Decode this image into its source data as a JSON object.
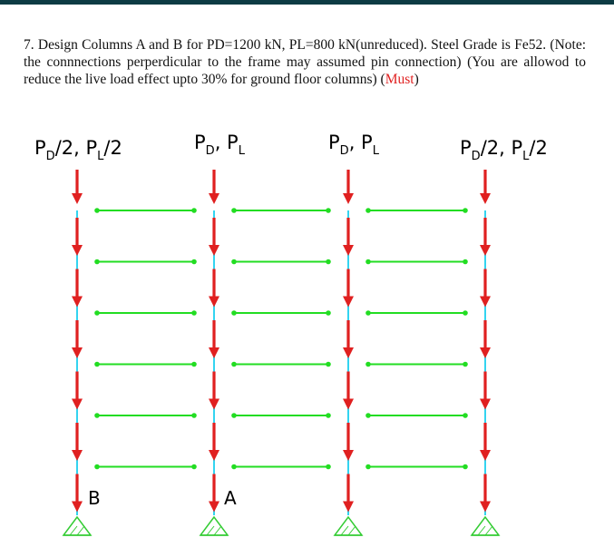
{
  "problem": {
    "number": "7.",
    "text_main": "Design Columns A and B for PD=1200 kN, PL=800 kN(unreduced). Steel Grade is Fe52. (Note: the connnections perperdicular to the frame may assumed pin connection) (You are allowod to reduce the live load effect upto 30% for ground floor columns) (",
    "must": "Must",
    "close_paren": ")"
  },
  "frame": {
    "stories": 6,
    "line_color": "#22dd22",
    "column_color": "#33d4f0",
    "arrow_color": "#e02020",
    "support_color": "#33cc33",
    "columns": [
      {
        "load_label": {
          "P1": "P",
          "s1": "D",
          "t1": "/2, ",
          "P2": "P",
          "s2": "L",
          "t2": "/2"
        },
        "name": "B"
      },
      {
        "load_label": {
          "P1": "P",
          "s1": "D",
          "t1": ", ",
          "P2": "P",
          "s2": "L",
          "t2": ""
        },
        "name": "A"
      },
      {
        "load_label": {
          "P1": "P",
          "s1": "D",
          "t1": ", ",
          "P2": "P",
          "s2": "L",
          "t2": ""
        },
        "name": ""
      },
      {
        "load_label": {
          "P1": "P",
          "s1": "D",
          "t1": "/2, ",
          "P2": "P",
          "s2": "L",
          "t2": "/2"
        },
        "name": ""
      }
    ]
  }
}
